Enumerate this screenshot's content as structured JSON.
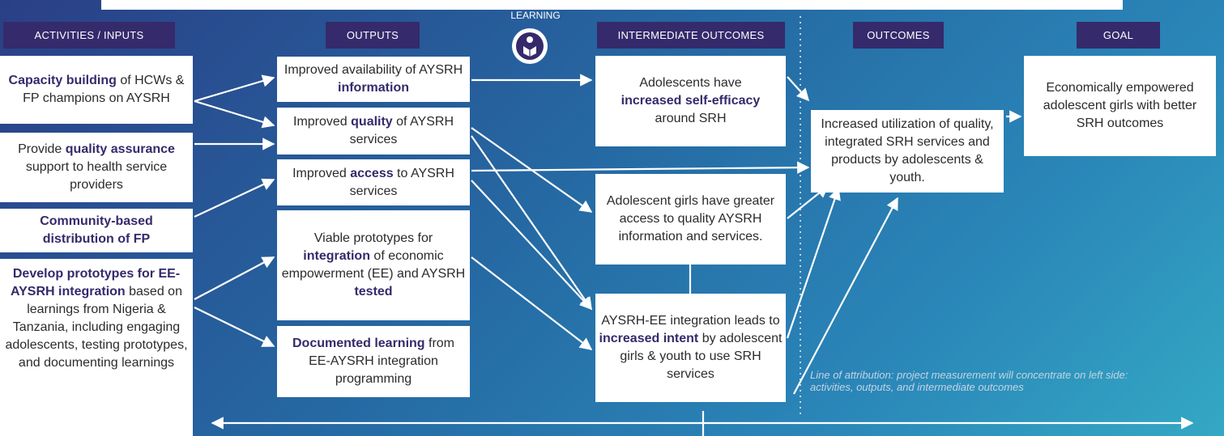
{
  "headers": {
    "activities": "ACTIVITIES / INPUTS",
    "outputs": "OUTPUTS",
    "learning": "LEARNING",
    "intermediate": "INTERMEDIATE OUTCOMES",
    "outcomes": "OUTCOMES",
    "goal": "GOAL"
  },
  "activities": [
    {
      "bold": "Capacity building",
      "text": " of HCWs & FP champions on AYSRH"
    },
    {
      "pre": "Provide ",
      "bold": "quality assurance",
      "text": " support to health service providers"
    },
    {
      "bold": "Community-based distribution of FP",
      "text": ""
    },
    {
      "bold": "Develop prototypes for EE-AYSRH integration",
      "text": " based on learnings from Nigeria & Tanzania, including engaging adolescents, testing prototypes, and documenting learnings"
    }
  ],
  "outputs": [
    {
      "pre": "Improved availability of AYSRH ",
      "bold": "information",
      "text": ""
    },
    {
      "pre": "Improved ",
      "bold": "quality",
      "text": " of AYSRH services"
    },
    {
      "pre": "Improved ",
      "bold": "access",
      "text": " to AYSRH services"
    },
    {
      "pre": "Viable prototypes for ",
      "bold": "integration",
      "text": " of economic empowerment (EE) and AYSRH ",
      "bold2": "tested"
    },
    {
      "bold": "Documented learning",
      "text": " from EE-AYSRH integration programming"
    }
  ],
  "intermediate": [
    {
      "pre": "Adolescents have ",
      "bold": "increased self-efficacy",
      "text": " around SRH"
    },
    {
      "text": "Adolescent girls have greater access to quality AYSRH information and services."
    },
    {
      "pre": "AYSRH-EE integration leads to ",
      "bold": "increased intent",
      "text": "  by adolescent girls & youth to use SRH services"
    }
  ],
  "outcome": "Increased utilization of quality, integrated SRH services and products by  adolescents & youth.",
  "goal": "Economically empowered adolescent girls with better SRH outcomes",
  "attribution": "Line of attribution: project measurement will concentrate on left side: activities, outputs, and intermediate outcomes",
  "colors": {
    "header_bg": "#352a6b",
    "box_bg": "#ffffff",
    "bold_text": "#352a6b",
    "background": "#2569a3"
  },
  "icons": {
    "learning": "reading-person-icon"
  }
}
